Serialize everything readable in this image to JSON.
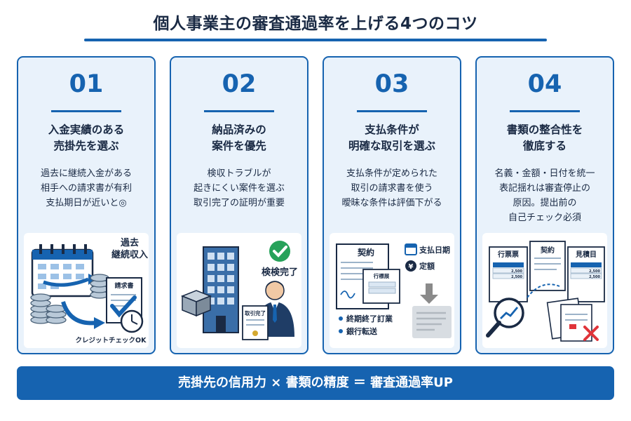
{
  "title": "個人事業主の審査通過率を上げる4つのコツ",
  "colors": {
    "accent": "#1663b0",
    "card_bg": "#e9f2fb",
    "text": "#1a2a44",
    "check": "#27a25a",
    "alert": "#e0343a"
  },
  "cards": [
    {
      "number": "01",
      "heading": [
        "入金実績のある",
        "売掛先を選ぶ"
      ],
      "desc": [
        "過去に継続入金がある",
        "相手への請求書が有利",
        "支払期日が近いと◎"
      ],
      "illustration": {
        "label": [
          "過去",
          "継続収入"
        ],
        "doc_label": "請求書",
        "caption": "クレジットチェックOK",
        "icons": [
          "calendar-icon",
          "coin-stack-icon",
          "invoice-icon",
          "clock-icon",
          "checkmark-icon"
        ]
      }
    },
    {
      "number": "02",
      "heading": [
        "納品済みの",
        "案件を優先"
      ],
      "desc": [
        "検収トラブルが",
        "起きにくい案件を選ぶ",
        "取引完了の証明が重要"
      ],
      "illustration": {
        "label": "検検完了",
        "cert_label": "取引完了",
        "icons": [
          "building-icon",
          "box-icon",
          "check-circle-icon",
          "businessman-icon",
          "certificate-icon"
        ]
      }
    },
    {
      "number": "03",
      "heading": [
        "支払条件が",
        "明確な取引を選ぶ"
      ],
      "desc": [
        "支払条件が定められた",
        "取引の請求書を使う",
        "曖昧な条件は評価下がる"
      ],
      "illustration": {
        "contract_label": "契約",
        "statement_label": "行標展",
        "tags": [
          "支払日期",
          "定額"
        ],
        "bullets": [
          "終期終了訂業",
          "銀行転送"
        ],
        "icons": [
          "calendar-icon",
          "yen-icon",
          "arrow-down-icon",
          "document-icon"
        ]
      }
    },
    {
      "number": "04",
      "heading": [
        "書類の整合性を",
        "徹底する"
      ],
      "desc": [
        "名義・金額・日付を統一",
        "表記揺れは審査停止の",
        "原因。提出前の",
        "自己チェック必須"
      ],
      "illustration": {
        "doc_labels": [
          "行票票",
          "契約",
          "見積目"
        ],
        "row_values": [
          "2,500",
          "2,500"
        ],
        "icons": [
          "magnifier-icon",
          "document-icon",
          "cross-icon"
        ]
      }
    }
  ],
  "banner": "売掛先の信用力 × 書類の精度 ＝ 審査通過率UP"
}
